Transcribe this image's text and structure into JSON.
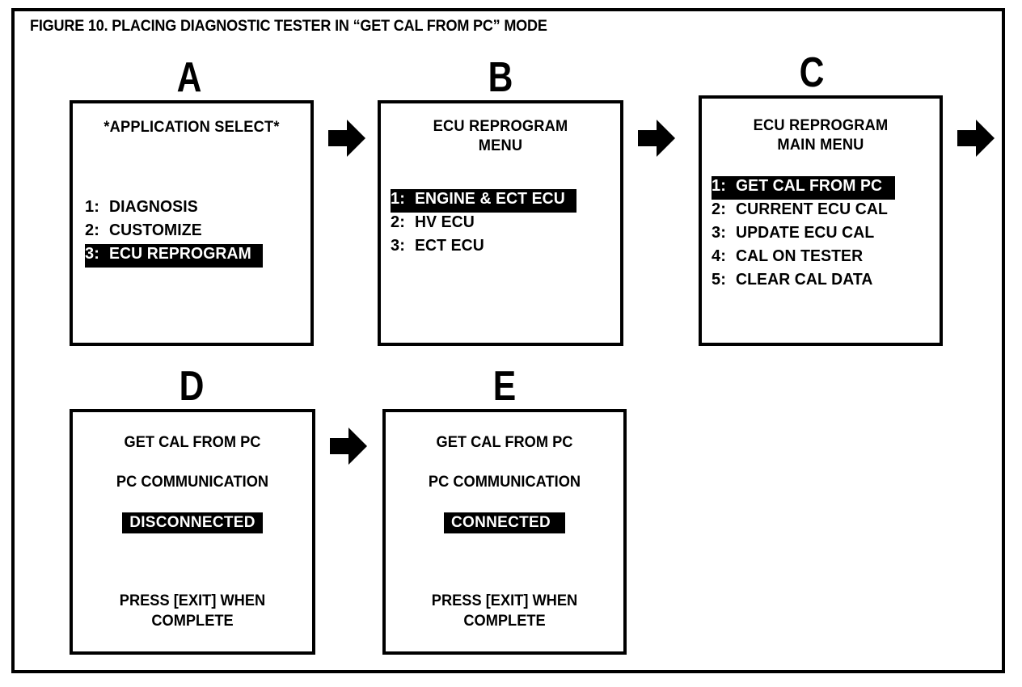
{
  "figure": {
    "title": "FIGURE 10.  PLACING DIAGNOSTIC TESTER IN “GET CAL FROM PC” MODE",
    "border_color": "#000000",
    "background_color": "#ffffff",
    "highlight_bg": "#000000",
    "highlight_fg": "#ffffff"
  },
  "panels": [
    {
      "letter": "A",
      "heading_lines": [
        "*APPLICATION SELECT*"
      ],
      "menu": [
        {
          "num": "1:",
          "label": "DIAGNOSIS",
          "highlighted": false
        },
        {
          "num": "2:",
          "label": "CUSTOMIZE",
          "highlighted": false
        },
        {
          "num": "3:",
          "label": "ECU REPROGRAM",
          "highlighted": true
        }
      ]
    },
    {
      "letter": "B",
      "heading_lines": [
        "ECU REPROGRAM",
        "MENU"
      ],
      "menu": [
        {
          "num": "1:",
          "label": "ENGINE & ECT ECU",
          "highlighted": true
        },
        {
          "num": "2:",
          "label": "HV ECU",
          "highlighted": false
        },
        {
          "num": "3:",
          "label": "ECT ECU",
          "highlighted": false
        }
      ]
    },
    {
      "letter": "C",
      "heading_lines": [
        "ECU REPROGRAM",
        "MAIN MENU"
      ],
      "menu": [
        {
          "num": "1:",
          "label": "GET CAL FROM PC",
          "highlighted": true
        },
        {
          "num": "2:",
          "label": "CURRENT ECU CAL",
          "highlighted": false
        },
        {
          "num": "3:",
          "label": "UPDATE ECU CAL",
          "highlighted": false
        },
        {
          "num": "4:",
          "label": "CAL ON TESTER",
          "highlighted": false
        },
        {
          "num": "5:",
          "label": "CLEAR CAL DATA",
          "highlighted": false
        }
      ]
    },
    {
      "letter": "D",
      "status_title": "GET CAL FROM PC",
      "status_subtitle": "PC COMMUNICATION",
      "status_badge": "DISCONNECTED",
      "status_footer_lines": [
        "PRESS [EXIT] WHEN",
        "COMPLETE"
      ]
    },
    {
      "letter": "E",
      "status_title": "GET CAL FROM PC",
      "status_subtitle": "PC COMMUNICATION",
      "status_badge": "CONNECTED",
      "status_footer_lines": [
        "PRESS [EXIT] WHEN",
        "COMPLETE"
      ]
    }
  ],
  "arrows": [
    {
      "name": "arrow-a-to-b",
      "icon": "right-arrow-icon"
    },
    {
      "name": "arrow-b-to-c",
      "icon": "right-arrow-icon"
    },
    {
      "name": "arrow-c-to-next",
      "icon": "right-arrow-icon"
    },
    {
      "name": "arrow-d-to-e",
      "icon": "right-arrow-icon"
    }
  ]
}
